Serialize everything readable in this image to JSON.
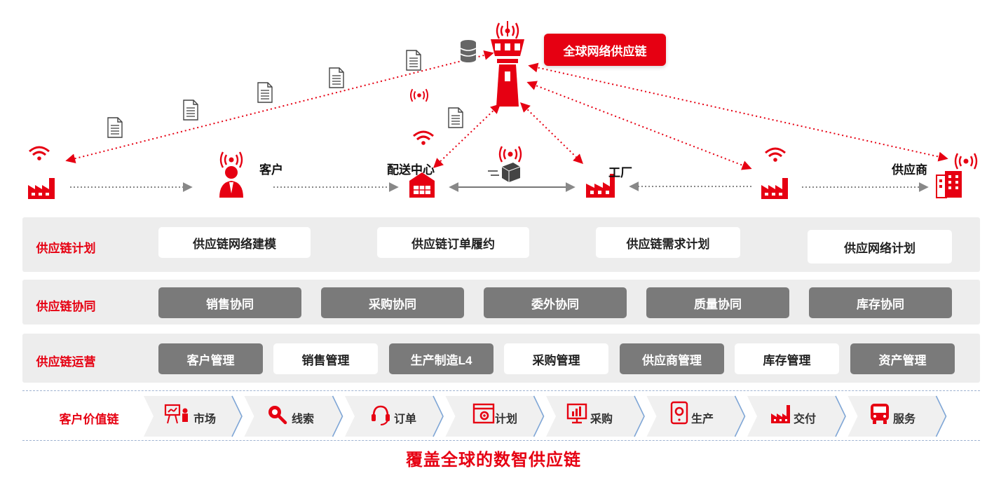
{
  "header": {
    "badge": "全球网络供应链"
  },
  "network": {
    "nodes": [
      {
        "id": "factory-left",
        "label": ""
      },
      {
        "id": "customer",
        "label": "客户"
      },
      {
        "id": "distribution-center",
        "label": "配送中心"
      },
      {
        "id": "factory",
        "label": "工厂"
      },
      {
        "id": "factory-right",
        "label": ""
      },
      {
        "id": "supplier",
        "label": "供应商"
      }
    ]
  },
  "rows": [
    {
      "label": "供应链计划",
      "style": "white",
      "items": [
        "供应链网络建模",
        "供应链订单履约",
        "供应链需求计划",
        "供应网络计划"
      ]
    },
    {
      "label": "供应链协同",
      "style": "gray",
      "items": [
        "销售协同",
        "采购协同",
        "委外协同",
        "质量协同",
        "库存协同"
      ]
    },
    {
      "label": "供应链运营",
      "style": "mixed",
      "items": [
        {
          "label": "客户管理",
          "style": "gray"
        },
        {
          "label": "销售管理",
          "style": "white"
        },
        {
          "label": "生产制造L4",
          "style": "gray"
        },
        {
          "label": "采购管理",
          "style": "white"
        },
        {
          "label": "供应商管理",
          "style": "gray"
        },
        {
          "label": "库存管理",
          "style": "white"
        },
        {
          "label": "资产管理",
          "style": "gray"
        }
      ]
    }
  ],
  "value_chain": {
    "label": "客户价值链",
    "steps": [
      {
        "label": "市场",
        "icon": "presentation-icon"
      },
      {
        "label": "线索",
        "icon": "magnifier-icon"
      },
      {
        "label": "订单",
        "icon": "headset-icon"
      },
      {
        "label": "计划",
        "icon": "gear-window-icon"
      },
      {
        "label": "采购",
        "icon": "monitor-chart-icon"
      },
      {
        "label": "生产",
        "icon": "tablet-gear-icon"
      },
      {
        "label": "交付",
        "icon": "factory-icon"
      },
      {
        "label": "服务",
        "icon": "bus-icon"
      }
    ]
  },
  "footer": {
    "title": "覆盖全球的数智供应链"
  },
  "colors": {
    "accent": "#e60012",
    "gray_box": "#7a7a7a",
    "band": "#ededed",
    "chevron": "#f0f0f0",
    "chevron_stroke": "#7fa6d6"
  }
}
